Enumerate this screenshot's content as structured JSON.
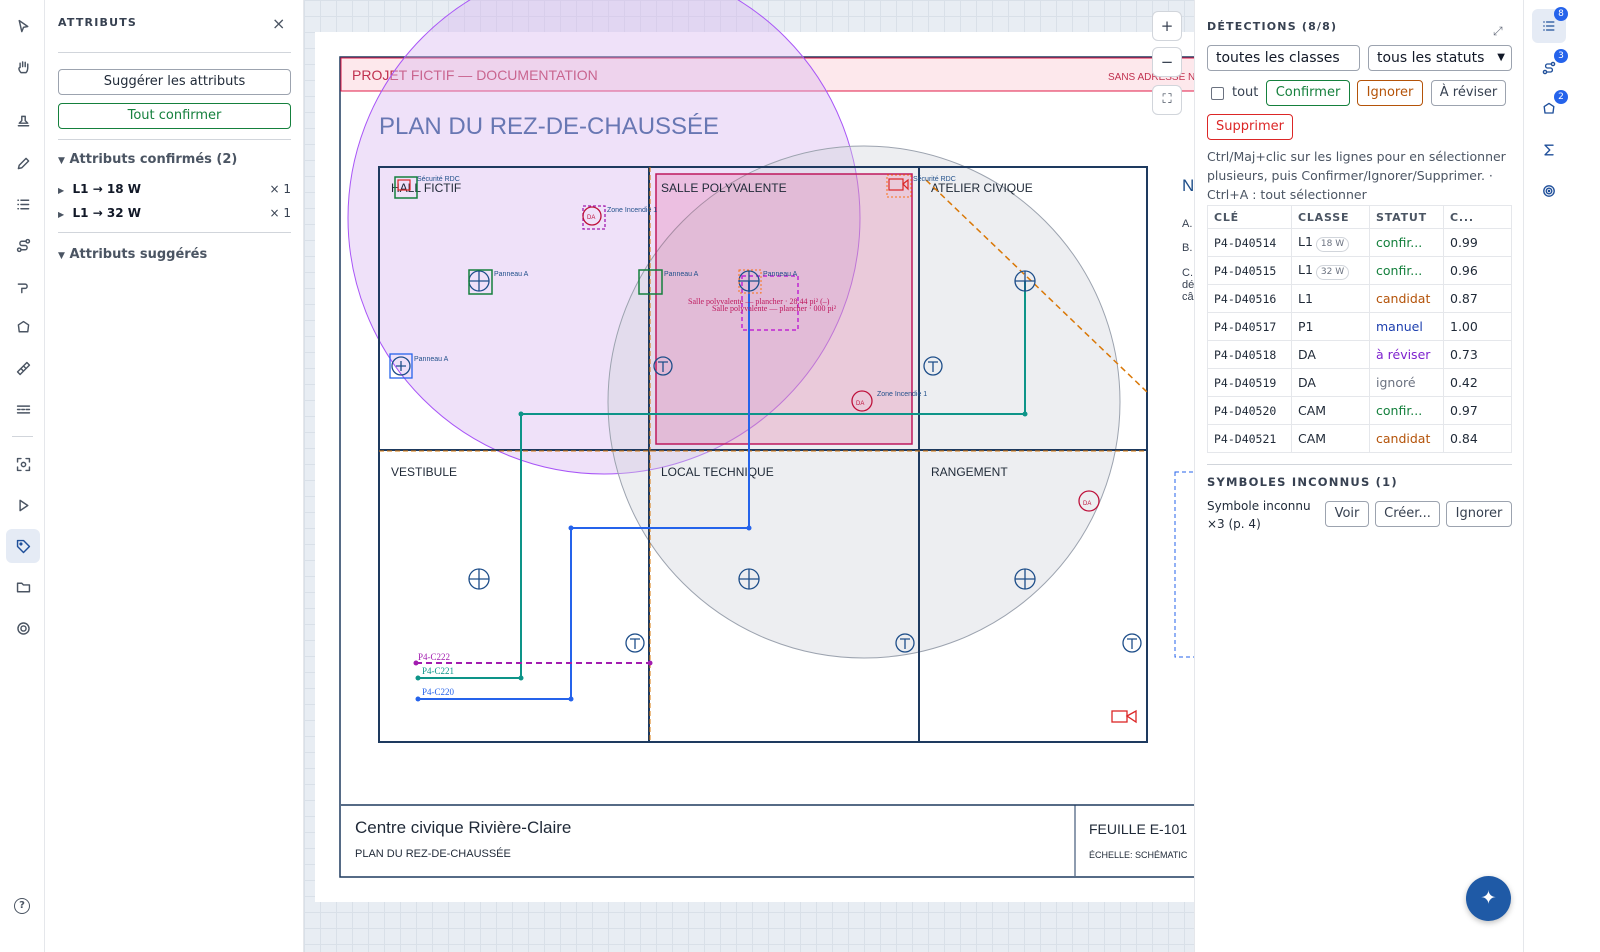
{
  "toolbar": {
    "help_icon": "?"
  },
  "attributes_panel": {
    "title": "ATTRIBUTS",
    "close": "×",
    "suggest_button": "Suggérer les attributs",
    "confirm_all_button": "Tout confirmer",
    "confirmed_header": "Attributs confirmés (2)",
    "confirmed": [
      {
        "key": "L1 → 18 W",
        "count": "× 1"
      },
      {
        "key": "L1 → 32 W",
        "count": "× 1"
      }
    ],
    "suggested_header": "Attributs suggérés"
  },
  "canvas": {
    "zoom_in": "+",
    "zoom_out": "−",
    "fit": "⛶",
    "title_bar": "PROJET FICTIF — DOCUMENTATION",
    "title_bar_right": "SANS ADRESSE N",
    "plan_title": "PLAN DU REZ-DE-CHAUSSÉE",
    "rooms": [
      "HALL FICTIF",
      "SALLE POLYVALENTE",
      "ATELIER CIVIQUE",
      "VESTIBULE",
      "LOCAL TECHNIQUE",
      "RANGEMENT"
    ],
    "labels": {
      "securite1": "Sécurité RDC",
      "securite2": "Sécurité RDC",
      "zone_incendie1": "Zone Incendie 1",
      "zone_incendie2": "Zone Incendie 1",
      "panneau_a1": "Panneau A",
      "panneau_a2": "Panneau A",
      "panneau_a3": "Panneau A",
      "panneau_a4": "Panneau A",
      "salle_label1": "Salle polyvalente — plancher · 28.44 pi² (–)",
      "salle_label2": "Salle polyvalente — plancher · 000 pi²",
      "da": "DA"
    },
    "circuits": [
      "P4-C222",
      "P4-C221",
      "P4-C220"
    ],
    "side_letters": [
      "N",
      "A.",
      "B.",
      "C.",
      "dé",
      "câ"
    ],
    "footer": {
      "project": "Centre civique Rivière-Claire",
      "sheet_title": "PLAN DU REZ-DE-CHAUSSÉE",
      "sheet": "FEUILLE E-101",
      "scale": "ÉCHELLE: SCHÉMATIC"
    }
  },
  "detections_panel": {
    "title": "DÉTECTIONS (8/8)",
    "expand": "⤢",
    "class_filter": "toutes les classes",
    "status_filter": "tous les statuts",
    "all_label": "tout",
    "confirm": "Confirmer",
    "ignore": "Ignorer",
    "review": "À réviser",
    "delete": "Supprimer",
    "hint": "Ctrl/Maj+clic sur les lignes pour en sélectionner plusieurs, puis Confirmer/Ignorer/Supprimer. · Ctrl+A : tout sélectionner",
    "columns": [
      "CLÉ",
      "CLASSE",
      "STATUT",
      "C..."
    ],
    "rows": [
      {
        "key": "P4-D40514",
        "cls": "L1",
        "badge": "18 W",
        "status": "confir...",
        "st": "confirme",
        "conf": "0.99"
      },
      {
        "key": "P4-D40515",
        "cls": "L1",
        "badge": "32 W",
        "status": "confir...",
        "st": "confirme",
        "conf": "0.96"
      },
      {
        "key": "P4-D40516",
        "cls": "L1",
        "badge": "",
        "status": "candidat",
        "st": "candidat",
        "conf": "0.87"
      },
      {
        "key": "P4-D40517",
        "cls": "P1",
        "badge": "",
        "status": "manuel",
        "st": "manuel",
        "conf": "1.00"
      },
      {
        "key": "P4-D40518",
        "cls": "DA",
        "badge": "",
        "status": "à réviser",
        "st": "reviser",
        "conf": "0.73"
      },
      {
        "key": "P4-D40519",
        "cls": "DA",
        "badge": "",
        "status": "ignoré",
        "st": "ignore",
        "conf": "0.42"
      },
      {
        "key": "P4-D40520",
        "cls": "CAM",
        "badge": "",
        "status": "confir...",
        "st": "confirme",
        "conf": "0.97"
      },
      {
        "key": "P4-D40521",
        "cls": "CAM",
        "badge": "",
        "status": "candidat",
        "st": "candidat",
        "conf": "0.84"
      }
    ],
    "unknown_header": "SYMBOLES INCONNUS (1)",
    "unknown_text": "Symbole inconnu ×3 (p. 4)",
    "view": "Voir",
    "create": "Créer...",
    "ignore_unknown": "Ignorer"
  },
  "rail": {
    "badges": [
      "8",
      "3",
      "2"
    ]
  },
  "fab": "✦"
}
